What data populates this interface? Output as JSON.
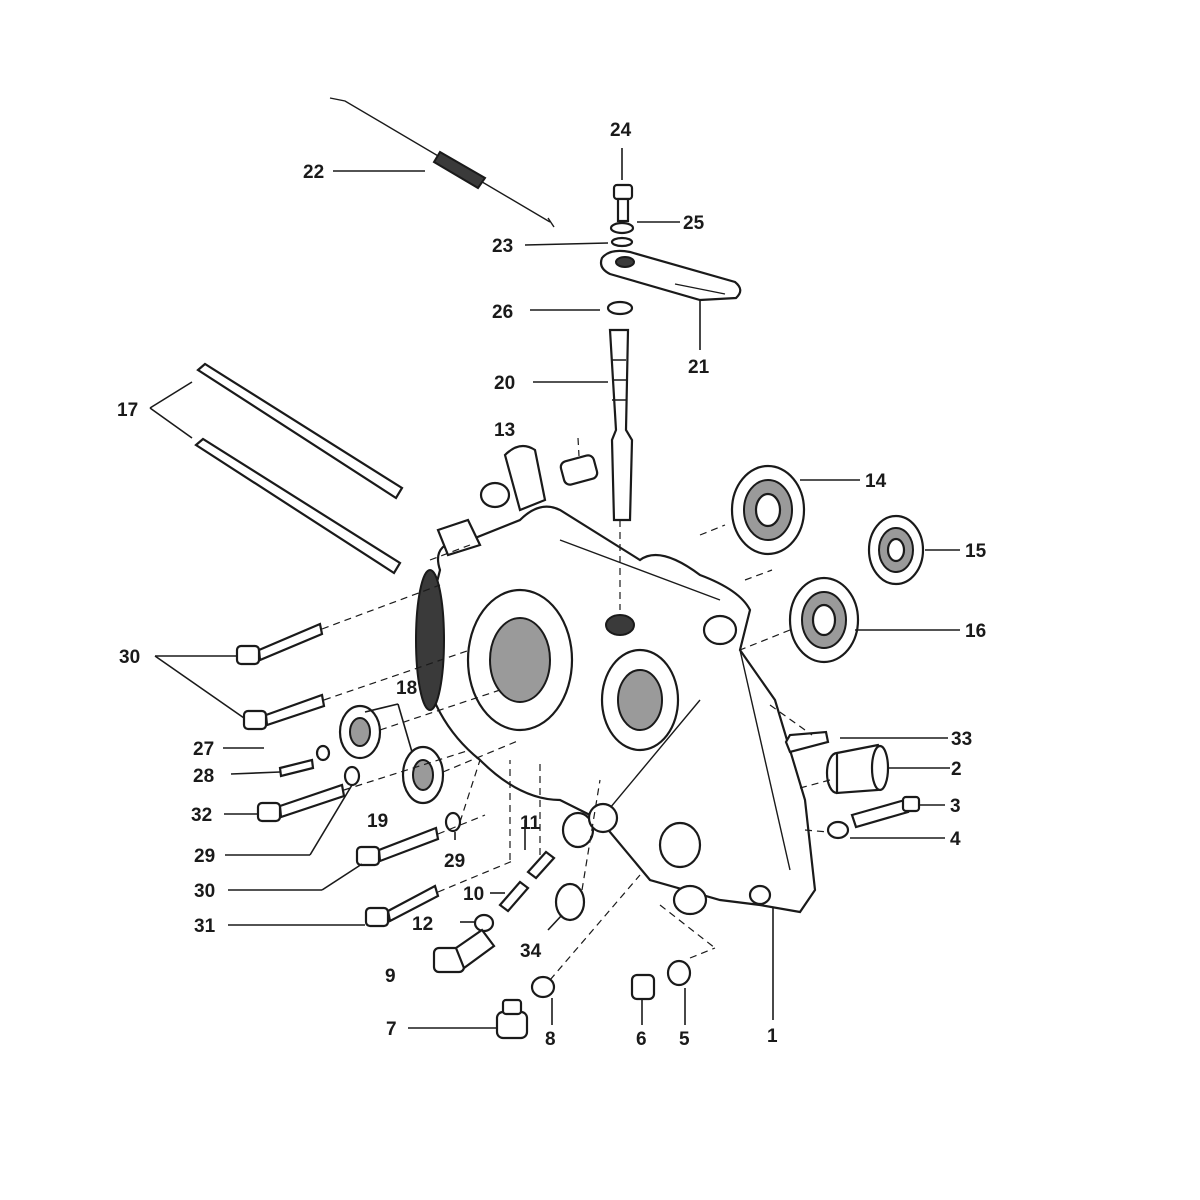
{
  "diagram": {
    "part_numbers": {
      "p1": "1",
      "p2": "2",
      "p3": "3",
      "p4": "4",
      "p5": "5",
      "p6": "6",
      "p7": "7",
      "p8": "8",
      "p9": "9",
      "p10": "10",
      "p11": "11",
      "p12": "12",
      "p13": "13",
      "p14": "14",
      "p15": "15",
      "p16": "16",
      "p17": "17",
      "p18": "18",
      "p19": "19",
      "p20": "20",
      "p21": "21",
      "p22": "22",
      "p23": "23",
      "p24": "24",
      "p25": "25",
      "p26": "26",
      "p27": "27",
      "p28": "28",
      "p29a": "29",
      "p29b": "29",
      "p30a": "30",
      "p30b": "30",
      "p31": "31",
      "p32": "32",
      "p33": "33",
      "p34": "34"
    }
  }
}
